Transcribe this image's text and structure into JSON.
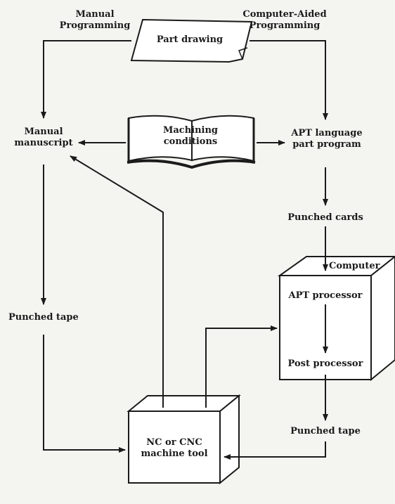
{
  "nodes": {
    "manual_programming": "Manual\nProgramming",
    "computer_aided_programming": "Computer-Aided\nProgramming",
    "part_drawing": "Part drawing",
    "machining_conditions": "Machining\nconditions",
    "manual_manuscript": "Manual\nmanuscript",
    "apt_program": "APT language\npart program",
    "punched_cards": "Punched cards",
    "computer": "Computer",
    "apt_processor": "APT processor",
    "post_processor": "Post processor",
    "punched_tape_left": "Punched tape",
    "punched_tape_right": "Punched tape",
    "nc_machine": "NC or CNC\nmachine tool"
  },
  "colors": {
    "ink": "#1b1b1b",
    "paper": "#f4f4f1",
    "box_fill": "#ffffff"
  }
}
